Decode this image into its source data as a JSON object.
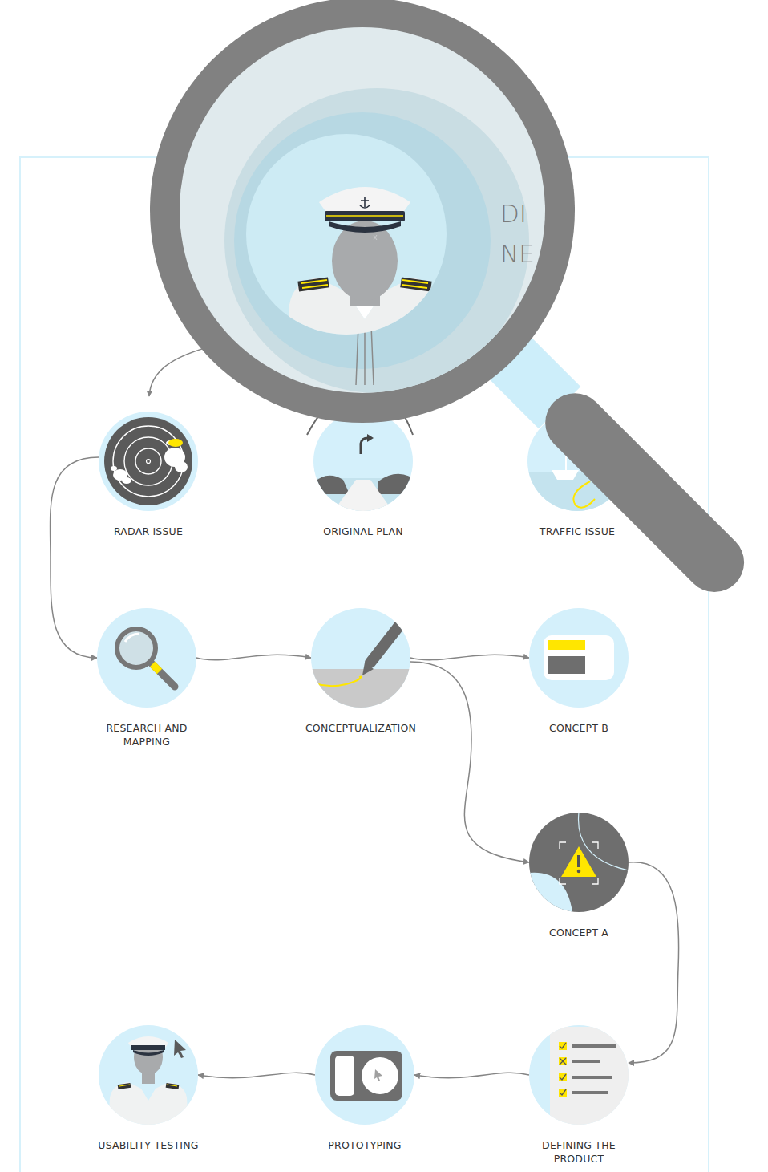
{
  "diagram": {
    "nodes": [
      {
        "text": [
          "RADAR ISSUE"
        ]
      },
      {
        "text": [
          "ORIGINAL PLAN"
        ]
      },
      {
        "text": [
          "TRAFFIC ISSUE"
        ]
      },
      {
        "text": [
          "RESEARCH AND MAPPING"
        ]
      },
      {
        "text": [
          "CONCEPTUALIZATION"
        ]
      },
      {
        "text": [
          "CONCEPT B"
        ]
      },
      {
        "text": [
          "CONCEPT A"
        ]
      },
      {
        "text": [
          "DEFINING THE PRODUCT"
        ]
      },
      {
        "text": [
          "PROTOTYPING"
        ]
      },
      {
        "text": [
          "USABILITY TESTING"
        ]
      }
    ],
    "edges": [
      {
        "from": 0,
        "to": 3,
        "arrow": "to"
      },
      {
        "from": 3,
        "to": 4,
        "arrow": "to"
      },
      {
        "from": 4,
        "to": 5,
        "arrow": "to"
      },
      {
        "from": 4,
        "to": 6,
        "arrow": "to"
      },
      {
        "from": 6,
        "to": 7,
        "arrow": "to"
      },
      {
        "from": 7,
        "to": 8,
        "arrow": "to"
      },
      {
        "from": 8,
        "to": 9,
        "arrow": "to"
      }
    ],
    "labels": [
      "DI",
      "NE"
    ]
  }
}
